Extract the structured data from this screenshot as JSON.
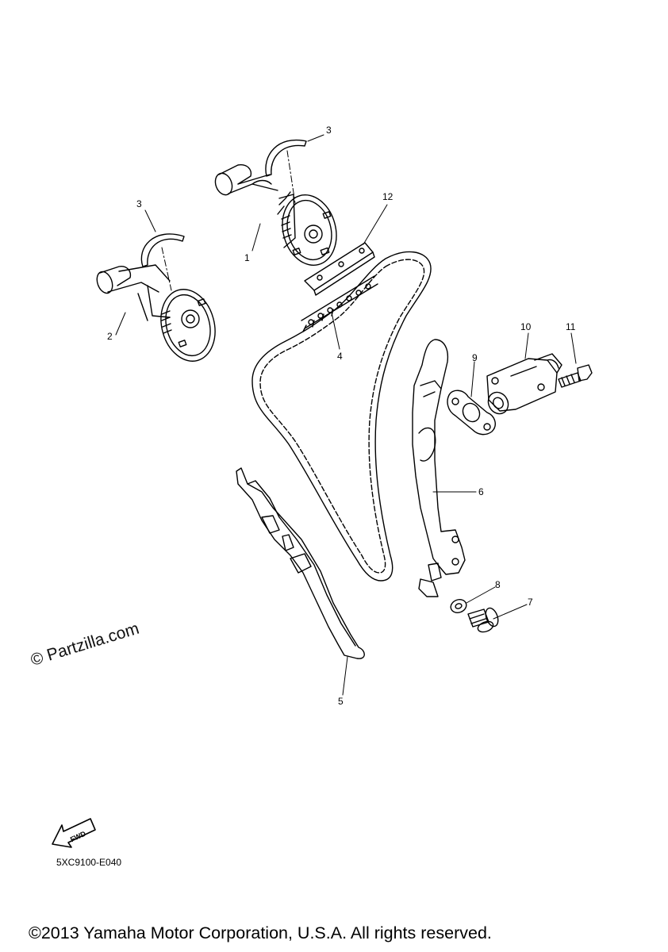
{
  "callouts": [
    {
      "id": "1",
      "part": "camshaft-1"
    },
    {
      "id": "2",
      "part": "camshaft-2"
    },
    {
      "id": "3",
      "part": "clip"
    },
    {
      "id": "4",
      "part": "cam-chain"
    },
    {
      "id": "5",
      "part": "chain-guide"
    },
    {
      "id": "6",
      "part": "tensioner-guide"
    },
    {
      "id": "7",
      "part": "bolt"
    },
    {
      "id": "8",
      "part": "washer"
    },
    {
      "id": "9",
      "part": "gasket"
    },
    {
      "id": "10",
      "part": "tensioner-assembly"
    },
    {
      "id": "11",
      "part": "tensioner-bolt"
    },
    {
      "id": "12",
      "part": "chain-guide-stopper"
    }
  ],
  "watermark": "© Partzilla.com",
  "fwd_label": "FWD",
  "drawing_code": "5XC9100-E040",
  "copyright": "©2013 Yamaha Motor Corporation, U.S.A. All rights reserved."
}
